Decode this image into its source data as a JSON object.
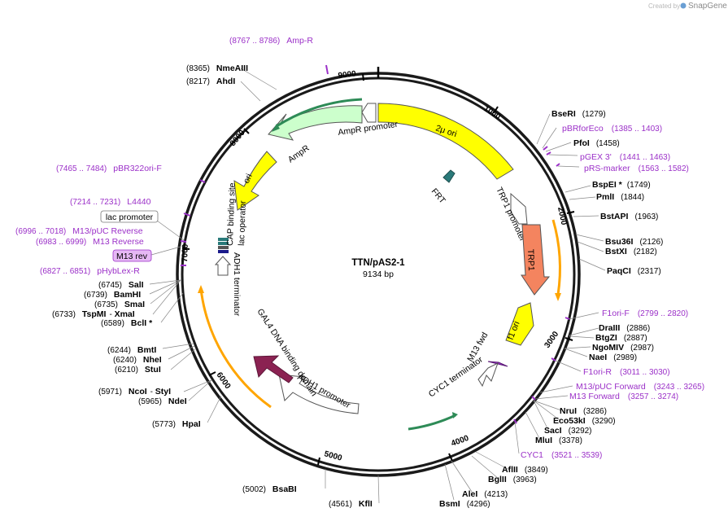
{
  "credit": {
    "prefix": "Created by",
    "brand": "SnapGene"
  },
  "plasmid": {
    "name": "TTN/pAS2-1",
    "size": "9134 bp"
  },
  "ticks": [
    "1000",
    "2000",
    "3000",
    "4000",
    "5000",
    "6000",
    "7000",
    "8000",
    "9000"
  ],
  "sites": [
    {
      "name": "BseRI",
      "pos": "(1279)"
    },
    {
      "name": "PfoI",
      "pos": "(1458)"
    },
    {
      "name": "BspEI *",
      "pos": "(1749)"
    },
    {
      "name": "PmlI",
      "pos": "(1844)"
    },
    {
      "name": "BstAPI",
      "pos": "(1963)"
    },
    {
      "name": "Bsu36I",
      "pos": "(2126)"
    },
    {
      "name": "BstXI",
      "pos": "(2182)"
    },
    {
      "name": "PaqCI",
      "pos": "(2317)"
    },
    {
      "name": "DraIII",
      "pos": "(2886)"
    },
    {
      "name": "BtgZI",
      "pos": "(2887)"
    },
    {
      "name": "NgoMIV",
      "pos": "(2987)"
    },
    {
      "name": "NaeI",
      "pos": "(2989)"
    },
    {
      "name": "NruI",
      "pos": "(3286)"
    },
    {
      "name": "Eco53kI",
      "pos": "(3290)"
    },
    {
      "name": "SacI",
      "pos": "(3292)"
    },
    {
      "name": "MluI",
      "pos": "(3378)"
    },
    {
      "name": "AflII",
      "pos": "(3849)"
    },
    {
      "name": "BglII",
      "pos": "(3963)"
    },
    {
      "name": "AleI",
      "pos": "(4213)"
    },
    {
      "name": "BsmI",
      "pos": "(4296)"
    },
    {
      "name": "KflI",
      "pos": "(4561)"
    },
    {
      "name": "BsaBI",
      "pos": "(5002)"
    },
    {
      "name": "HpaI",
      "pos": "(5773)"
    },
    {
      "name": "NdeI",
      "pos": "(5965)"
    },
    {
      "name": "NcoI",
      "pos": "(5971)"
    },
    {
      "name": "StyI",
      "pos": ""
    },
    {
      "name": "StuI",
      "pos": "(6210)"
    },
    {
      "name": "NheI",
      "pos": "(6240)"
    },
    {
      "name": "BmtI",
      "pos": "(6244)"
    },
    {
      "name": "BclI *",
      "pos": "(6589)"
    },
    {
      "name": "TspMI",
      "pos": "(6733)"
    },
    {
      "name": "XmaI",
      "pos": ""
    },
    {
      "name": "SmaI",
      "pos": "(6735)"
    },
    {
      "name": "BamHI",
      "pos": "(6739)"
    },
    {
      "name": "SalI",
      "pos": "(6745)"
    },
    {
      "name": "AhdI",
      "pos": "(8217)"
    },
    {
      "name": "NmeAIII",
      "pos": "(8365)"
    }
  ],
  "primers": [
    {
      "name": "Amp-R",
      "pos": "(8767 .. 8786)"
    },
    {
      "name": "pBRforEco",
      "pos": "(1385 .. 1403)"
    },
    {
      "name": "pGEX 3'",
      "pos": "(1441 .. 1463)"
    },
    {
      "name": "pRS-marker",
      "pos": "(1563 .. 1582)"
    },
    {
      "name": "F1ori-F",
      "pos": "(2799 .. 2820)"
    },
    {
      "name": "F1ori-R",
      "pos": "(3011 .. 3030)"
    },
    {
      "name": "M13/pUC Forward",
      "pos": "(3243 .. 3265)"
    },
    {
      "name": "M13 Forward",
      "pos": "(3257 .. 3274)"
    },
    {
      "name": "CYC1",
      "pos": "(3521 .. 3539)"
    },
    {
      "name": "pBR322ori-F",
      "pos": "(7465 .. 7484)"
    },
    {
      "name": "L4440",
      "pos": "(7214 .. 7231)"
    },
    {
      "name": "M13/pUC Reverse",
      "pos": "(6996 .. 7018)"
    },
    {
      "name": "M13 Reverse",
      "pos": "(6983 .. 6999)"
    },
    {
      "name": "pHybLex-R",
      "pos": "(6827 .. 6851)"
    }
  ],
  "boxed_labels": {
    "lac_promoter": "lac promoter",
    "m13_rev": "M13 rev"
  },
  "features": {
    "two_micron_ori": "2μ ori",
    "ampr_promoter": "AmpR promoter",
    "ampr": "AmpR",
    "ori": "ori",
    "frt": "FRT",
    "trp1_promoter": "TRP1 promoter",
    "trp1": "TRP1",
    "cap_binding_site": "CAP binding site",
    "lac_operator": "lac operator",
    "adh1_terminator": "ADH1 terminator",
    "gal4": "GAL4 DNA binding domain",
    "adh1_promoter": "ADH1 promoter",
    "f1_ori": "f1 ori",
    "m13_fwd": "M13 fwd",
    "cyc1_terminator": "CYC1 terminator"
  },
  "colors": {
    "two_micron_ori": "#ffff00",
    "ampr": "#ccffcc",
    "ori": "#ffff00",
    "trp1": "#f4845f",
    "f1_ori": "#ffff00",
    "gal4": "#8b2252",
    "frt": "#2a7a7a",
    "primer": "#9b30c8",
    "orf_arrow": "#2e8b57",
    "orf_arrow_alt": "#ffa500"
  }
}
